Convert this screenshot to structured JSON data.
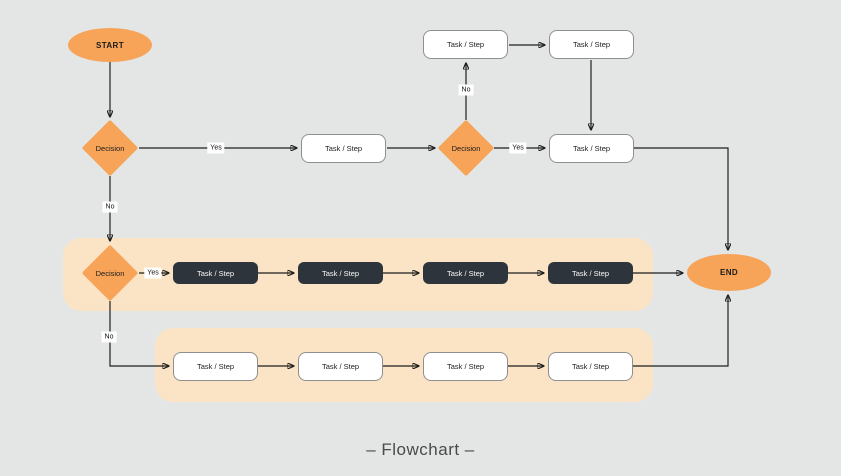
{
  "caption": "– Flowchart –",
  "colors": {
    "background": "#E4E6E5",
    "shape_orange": "#F7A459",
    "band_peach": "#FBE3C6",
    "dark_task_fill": "#2E343B",
    "dark_task_text": "#FAFAFA",
    "line": "#1F1F1F",
    "task_border": "#8F8F8F",
    "caption_text": "#4A4A4A"
  },
  "nodes": {
    "start": {
      "label": "START"
    },
    "end": {
      "label": "END"
    },
    "decision_top_left": {
      "label": "Decision"
    },
    "decision_top_mid": {
      "label": "Decision"
    },
    "decision_middle": {
      "label": "Decision"
    },
    "task_mid_flow": {
      "label": "Task / Step"
    },
    "task_top_1": {
      "label": "Task / Step"
    },
    "task_top_2": {
      "label": "Task / Step"
    },
    "task_top_right": {
      "label": "Task / Step"
    },
    "dark_tasks": [
      {
        "label": "Task / Step"
      },
      {
        "label": "Task / Step"
      },
      {
        "label": "Task / Step"
      },
      {
        "label": "Task / Step"
      }
    ],
    "light_tasks": [
      {
        "label": "Task / Step"
      },
      {
        "label": "Task / Step"
      },
      {
        "label": "Task / Step"
      },
      {
        "label": "Task / Step"
      }
    ]
  },
  "edge_labels": {
    "d1_yes": "Yes",
    "d1_no": "No",
    "d2_no": "No",
    "d2_yes": "Yes",
    "d3_yes": "Yes",
    "d3_no": "No"
  }
}
